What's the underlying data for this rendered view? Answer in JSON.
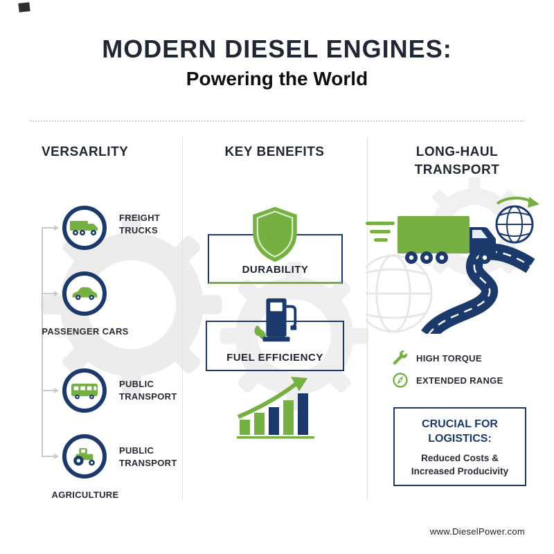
{
  "colors": {
    "navy": "#1b3a6b",
    "green": "#76b043",
    "heading_text": "#1f2733",
    "watermark": "#ececec"
  },
  "header": {
    "title": "MODERN DIESEL ENGINES:",
    "subtitle": "Powering the World"
  },
  "versatility": {
    "heading": "VERSARLITY",
    "items": [
      {
        "icon": "freight-truck-icon",
        "label": "FREIGHT TRUCKS"
      },
      {
        "icon": "passenger-car-icon",
        "label": "PASSENGER CARS"
      },
      {
        "icon": "bus-icon",
        "label": "PUBLIC TRANSPORT"
      },
      {
        "icon": "tractor-icon",
        "label": "PUBLIC TRANSPORT",
        "sublabel": "AGRICULTURE"
      }
    ]
  },
  "benefits": {
    "heading": "KEY BENEFITS",
    "items": [
      {
        "icon": "shield-icon",
        "label": "DURABILITY"
      },
      {
        "icon": "fuel-pump-icon",
        "label": "FUEL EFFICIENCY"
      },
      {
        "icon": "growth-chart-icon"
      }
    ]
  },
  "transport": {
    "heading": "LONG-HAUL TRANSPORT",
    "features": [
      {
        "icon": "wrench-icon",
        "label": "HIGH TORQUE"
      },
      {
        "icon": "compass-icon",
        "label": "EXTENDED RANGE"
      }
    ],
    "callout": {
      "title": "CRUCIAL FOR LOGISTICS:",
      "body": "Reduced Costs & Increased Producivity"
    }
  },
  "footer": {
    "url": "www.DieselPower.com"
  }
}
